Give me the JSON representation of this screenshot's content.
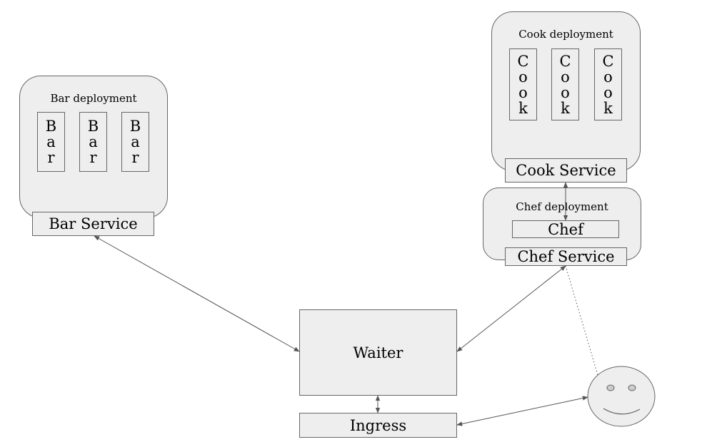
{
  "bar_deployment": {
    "caption": "Bar deployment",
    "pods": [
      {
        "label": "Bar",
        "letters": [
          "B",
          "a",
          "r"
        ]
      },
      {
        "label": "Bar",
        "letters": [
          "B",
          "a",
          "r"
        ]
      },
      {
        "label": "Bar",
        "letters": [
          "B",
          "a",
          "r"
        ]
      }
    ],
    "service_label": "Bar Service"
  },
  "cook_deployment": {
    "caption": "Cook deployment",
    "pods": [
      {
        "label": "Cook",
        "letters": [
          "C",
          "o",
          "o",
          "k"
        ]
      },
      {
        "label": "Cook",
        "letters": [
          "C",
          "o",
          "o",
          "k"
        ]
      },
      {
        "label": "Cook",
        "letters": [
          "C",
          "o",
          "o",
          "k"
        ]
      }
    ],
    "service_label": "Cook Service"
  },
  "chef_deployment": {
    "caption": "Chef deployment",
    "pod_label": "Chef",
    "service_label": "Chef Service"
  },
  "waiter": {
    "label": "Waiter"
  },
  "ingress": {
    "label": "Ingress"
  },
  "colors": {
    "fill": "#eeeeee",
    "stroke": "#666666",
    "line": "#555555"
  }
}
